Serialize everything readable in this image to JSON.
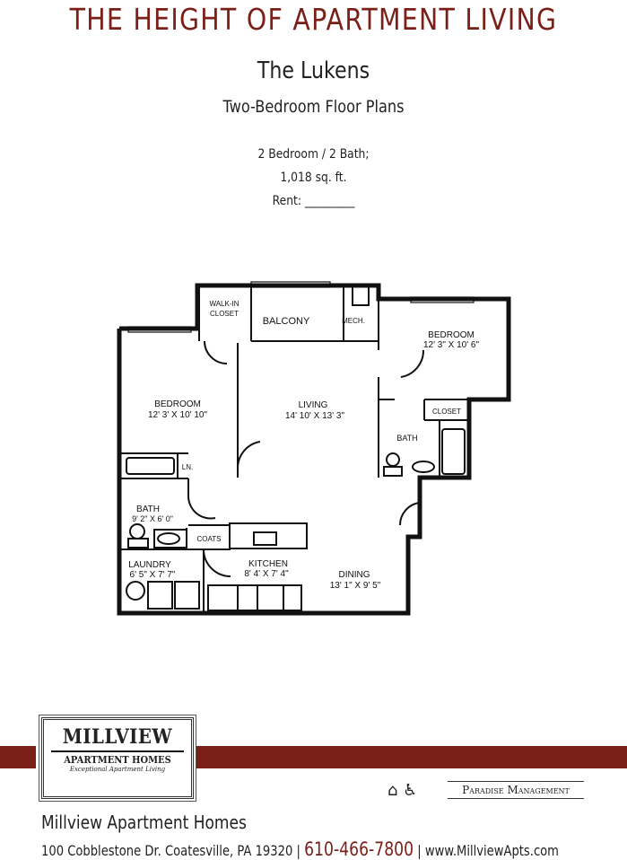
{
  "headline": "THE HEIGHT OF APARTMENT LIVING",
  "property_name": "The Lukens",
  "subtitle": "Two-Bedroom Floor Plans",
  "specs": {
    "beds_baths": "2 Bedroom / 2 Bath;",
    "size": "1,018 sq. ft.",
    "rent": "Rent: _________"
  },
  "rooms": {
    "walk_in_closet": [
      "WALK-IN",
      "CLOSET"
    ],
    "balcony": "BALCONY",
    "mech": "MECH.",
    "bedroom2": {
      "name": "BEDROOM",
      "dim": "12' 3\" X 10' 6\""
    },
    "bedroom1": {
      "name": "BEDROOM",
      "dim": "12' 3' X 10' 10\""
    },
    "living": {
      "name": "LIVING",
      "dim": "14' 10'  X 13' 3\""
    },
    "closet": "CLOSET",
    "bath2": "BATH",
    "linen": "LN.",
    "bath1": {
      "name": "BATH",
      "dim": "9' 2\" X 6' 0\""
    },
    "coats": "COATS",
    "laundry": {
      "name": "LAUNDRY",
      "dim": "6' 5\" X 7' 7\""
    },
    "kitchen": {
      "name": "KITCHEN",
      "dim": "8' 4' X 7' 4\""
    },
    "dining": {
      "name": "DINING",
      "dim": "13' 1\" X 9' 5\""
    }
  },
  "logo": {
    "line1": "MILLVIEW",
    "line2": "APARTMENT HOMES",
    "tagline": "Exceptional Apartment Living"
  },
  "icons": [
    "equal-housing-icon",
    "wheelchair-accessible-icon"
  ],
  "management": "Paradise Management",
  "footer": {
    "company": "Millview Apartment Homes",
    "address": "100 Cobblestone Dr. Coatesville, PA 19320",
    "phone": "610-466-7800",
    "website": "www.MillviewApts.com",
    "separator": "|"
  },
  "colors": {
    "brand": "#7a2019"
  }
}
